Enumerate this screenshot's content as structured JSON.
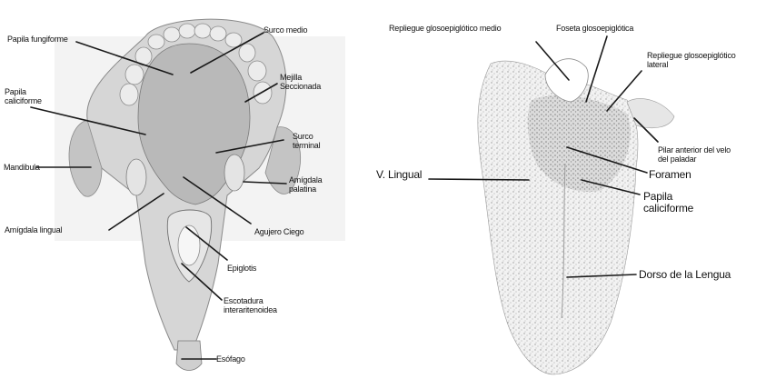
{
  "left_diagram": {
    "labels": {
      "papila_fungiforme": "Papila fungiforme",
      "surco_medio": "Surco medio",
      "papila_caliciforme_1": "Papila",
      "papila_caliciforme_2": "caliciforme",
      "mejilla_1": "Mejilla",
      "mejilla_2": "Seccionada",
      "surco_terminal_1": "Surco",
      "surco_terminal_2": "terminal",
      "mandibula": "Mandibula",
      "amigdala_palatina_1": "Amígdala",
      "amigdala_palatina_2": "palatina",
      "amigdala_lingual": "Amígdala lingual",
      "agujero_ciego": "Agujero Ciego",
      "epiglotis": "Epiglotis",
      "escotadura_1": "Escotadura",
      "escotadura_2": "interaritenoidea",
      "esofago": "Esófago"
    }
  },
  "right_diagram": {
    "labels": {
      "repliegue_medio": "Repliegue glosoepiglótico medio",
      "foseta": "Foseta glosoepiglótica",
      "repliegue_lateral_1": "Repliegue glosoepiglótico",
      "repliegue_lateral_2": "lateral",
      "pilar_1": "Pilar anterior del velo",
      "pilar_2": "del paladar",
      "foramen": "Foramen",
      "v_lingual": "V. Lingual",
      "papila_1": "Papila",
      "papila_2": "caliciforme",
      "dorso": "Dorso de la Lengua"
    }
  }
}
